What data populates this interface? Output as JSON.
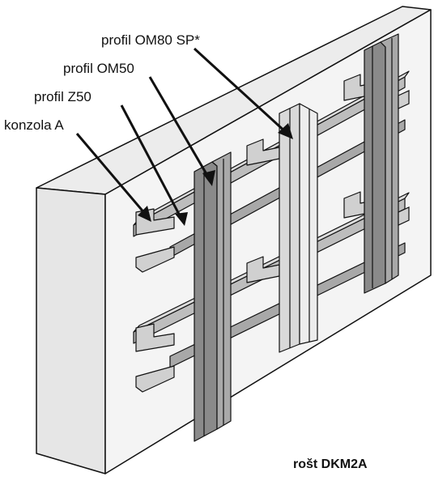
{
  "labels": {
    "om80": "profil OM80 SP*",
    "om50": "profil OM50",
    "z50": "profil Z50",
    "konzola": "konzola A"
  },
  "caption": "rošt DKM2A",
  "colors": {
    "wall_front": "#f2f2f2",
    "wall_top": "#ebebeb",
    "wall_side": "#dcdcdc",
    "profile_dark": "#8a8a8a",
    "profile_mid": "#a9a9a9",
    "profile_light": "#d9d9d9",
    "outline": "#111111"
  }
}
